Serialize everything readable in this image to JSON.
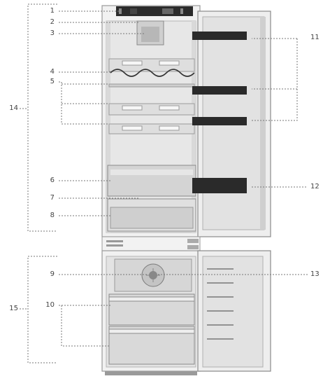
{
  "callouts": {
    "c1": "1",
    "c2": "2",
    "c3": "3",
    "c4": "4",
    "c5": "5",
    "c6": "6",
    "c7": "7",
    "c8": "8",
    "c9": "9",
    "c10": "10",
    "c11": "11",
    "c12": "12",
    "c13": "13",
    "c14": "14",
    "c15": "15"
  },
  "colors": {
    "cabinet": "#e9e9e9",
    "cabinet_edge": "#9a9a9a",
    "shelf": "#cfcfcf",
    "door_bin": "#2a2a2a",
    "dotted": "#777777"
  }
}
